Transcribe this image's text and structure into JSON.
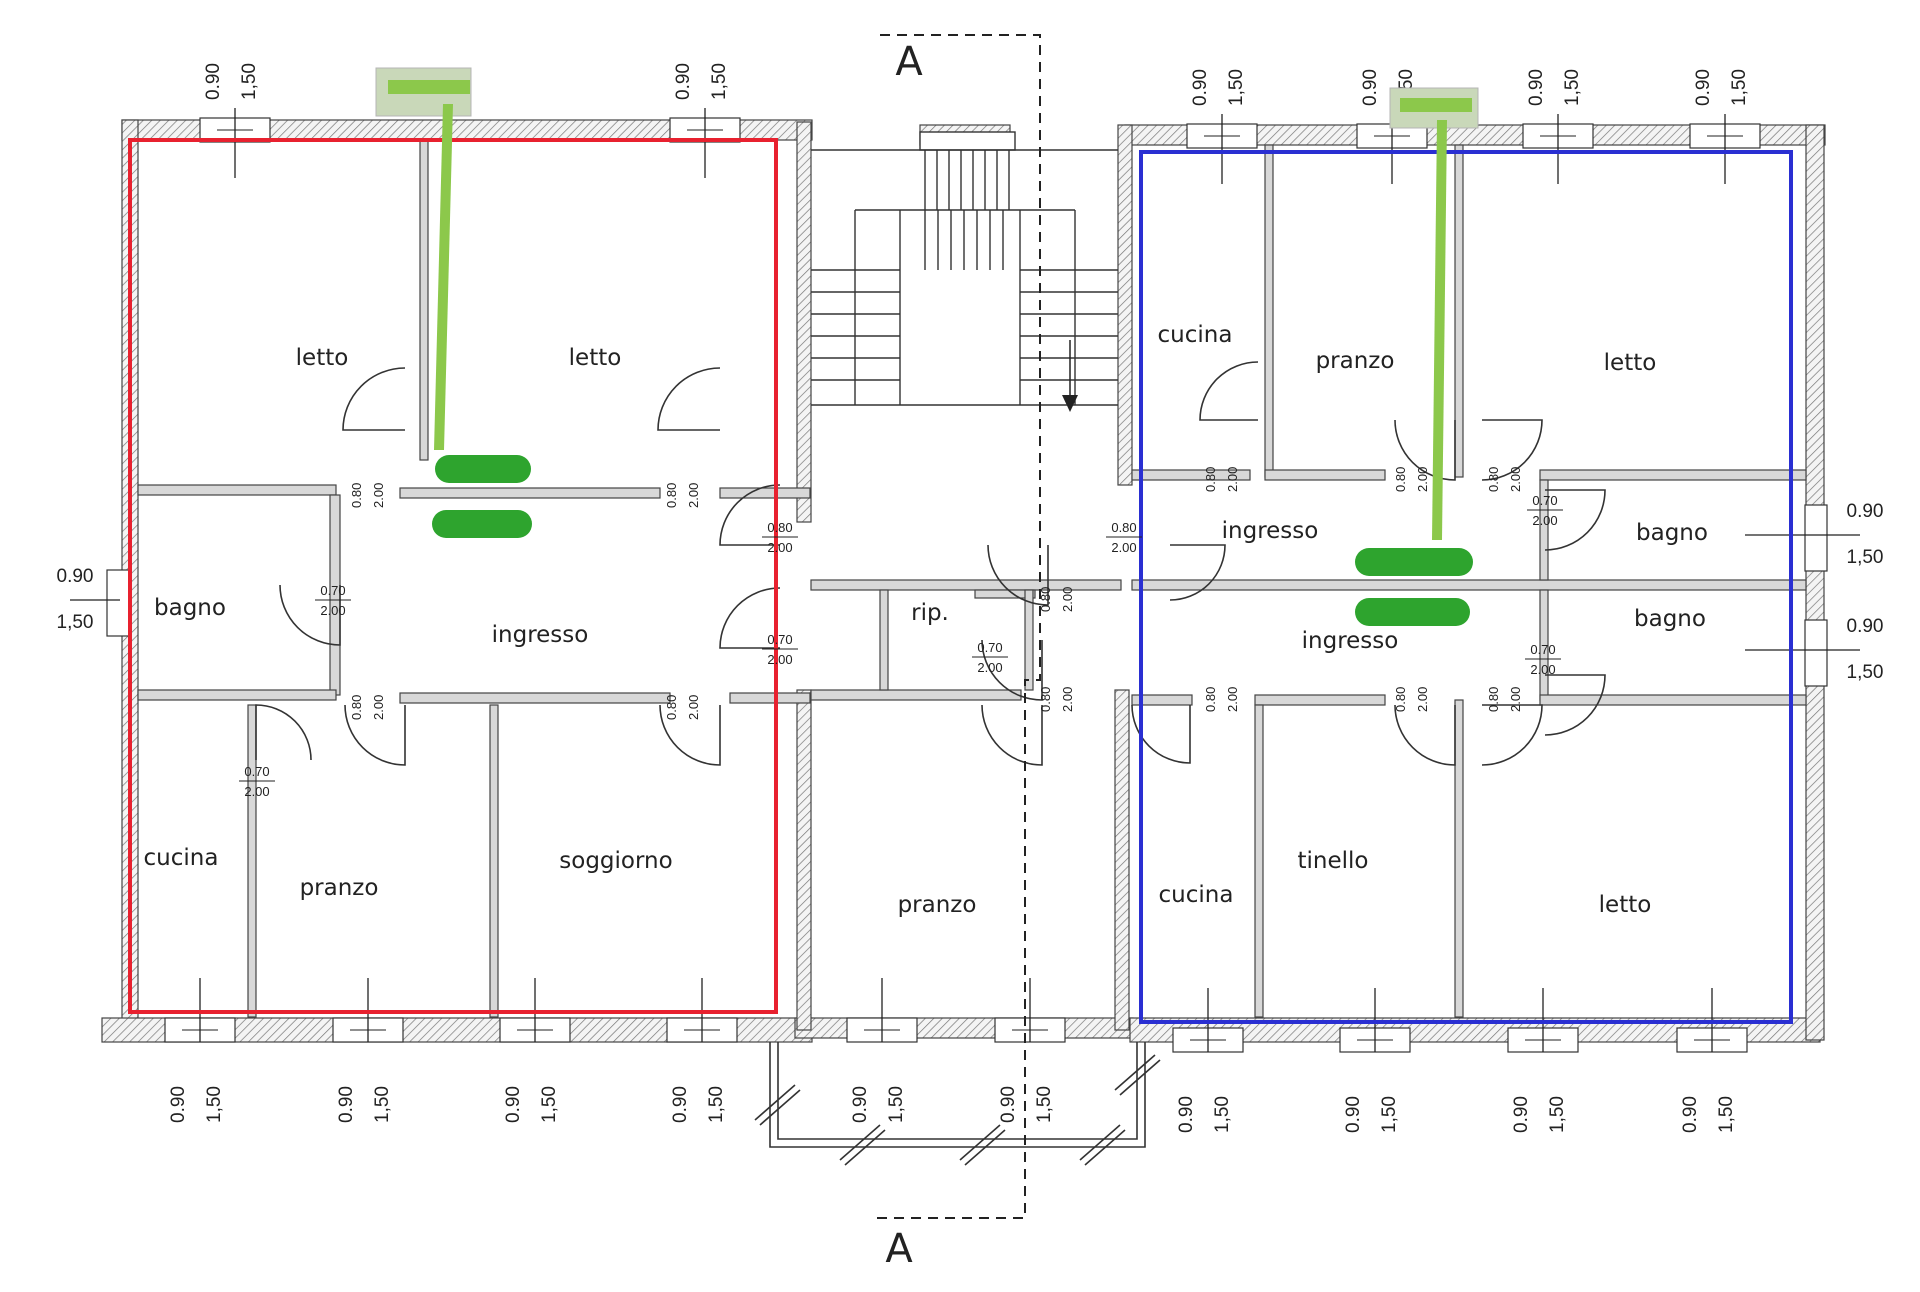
{
  "section": {
    "top": "A",
    "bottom": "A"
  },
  "rooms": {
    "r1": "letto",
    "r2": "letto",
    "r3": "bagno",
    "r4": "ingresso",
    "r5": "cucina",
    "r6": "pranzo",
    "r7": "soggiorno",
    "r8": "rip.",
    "r9": "pranzo",
    "r10": "cucina",
    "r11": "pranzo",
    "r12": "letto",
    "r13": "ingresso",
    "r14": "bagno",
    "r15": "ingresso",
    "r16": "bagno",
    "r17": "cucina",
    "r18": "tinello",
    "r19": "letto"
  },
  "dims": {
    "d080": "0.80",
    "d070": "0.70",
    "d200": "2.00",
    "d090": "0.90",
    "d150": "1,50"
  },
  "colors": {
    "wall": "#555555",
    "unit_left": "#e8212f",
    "unit_right": "#2a2fd2",
    "duct_light": "#8cc84b",
    "duct_dark": "#2ea42e"
  }
}
